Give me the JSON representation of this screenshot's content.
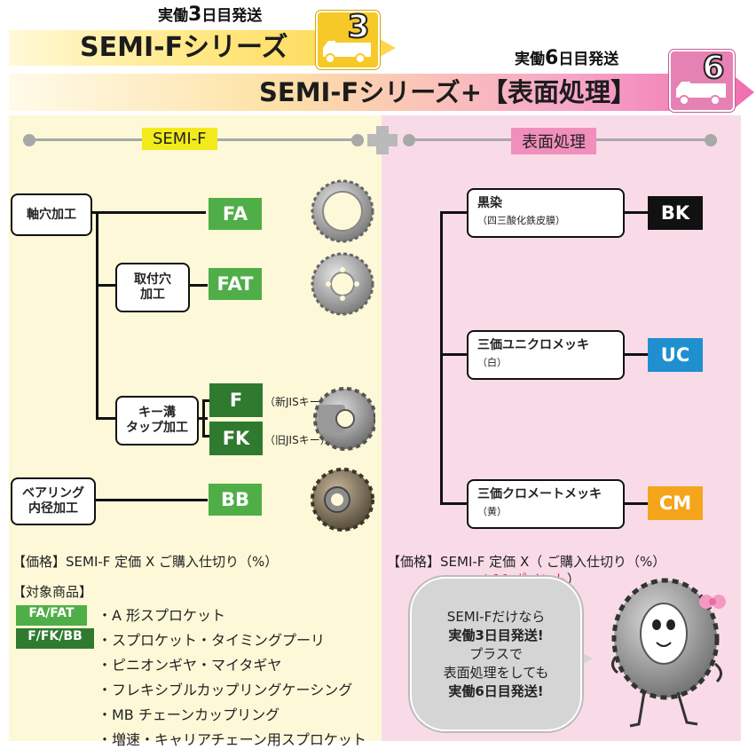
{
  "banner1": {
    "ship_prefix": "実働",
    "ship_num": "3",
    "ship_suffix": "日目発送",
    "title": "SEMI-Fシリーズ",
    "truck_num": "3"
  },
  "banner2": {
    "ship_prefix": "実働",
    "ship_num": "6",
    "ship_suffix": "日目発送",
    "title": "SEMI-Fシリーズ+【表面処理】",
    "truck_num": "6"
  },
  "left_header": "SEMI-F",
  "right_header": "表面処理",
  "left_tree": {
    "node_axis": "軸穴加工",
    "node_mount": "取付穴\n加工",
    "node_key": "キー溝\nタップ加工",
    "node_bearing": "ベアリング\n内径加工",
    "codes": {
      "fa": "FA",
      "fat": "FAT",
      "f": "F",
      "fk": "FK",
      "bb": "BB"
    },
    "note_f": "（新JISキー）",
    "note_fk": "（旧JISキー）"
  },
  "right_tree": {
    "bk_title": "黒染",
    "bk_sub": "（四三酸化鉄皮膜）",
    "bk_code": "BK",
    "uc_title": "三価ユニクロメッキ",
    "uc_sub": "（白）",
    "uc_code": "UC",
    "cm_title": "三価クロメートメッキ",
    "cm_sub": "（黄）",
    "cm_code": "CM"
  },
  "price_left": "【価格】SEMI-F 定価 X ご購入仕切り（%）",
  "price_right": "【価格】SEMI-F 定価 X（ ご購入仕切り（%）",
  "price_right_points": "＋10 ポイント",
  "price_right_close": "）",
  "products": {
    "heading": "【対象商品】",
    "tag1": "FA/FAT",
    "tag2": "F/FK/BB",
    "items": [
      "・A 形スプロケット",
      "・スプロケット・タイミングプーリ",
      "・ピニオンギヤ・マイタギヤ",
      "・フレキシブルカップリングケーシング",
      "・MB チェーンカップリング",
      "・増速・キャリアチェーン用スプロケット"
    ]
  },
  "bubble": {
    "line1": "SEMI-Fだけなら",
    "line2": "実働3日目発送!",
    "line3": "プラスで",
    "line4": "表面処理をしても",
    "line5": "実働6日目発送!"
  },
  "colors": {
    "code_green": "#4fae47",
    "code_dark_green": "#2f7a2f",
    "bk": "#111111",
    "uc": "#1f8fd0",
    "cm": "#f5a51c",
    "left_bg": "#fdf9d8",
    "right_bg": "#f9dbe8",
    "points_red": "#e8232a"
  },
  "icons": {
    "truck1": "truck-icon",
    "truck2": "truck-icon",
    "plus": "plus-icon",
    "mascot": "sprocket-mascot"
  }
}
